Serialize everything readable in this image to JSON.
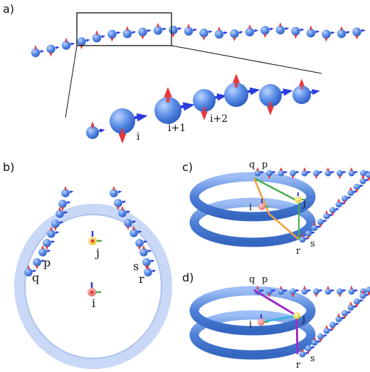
{
  "panels": {
    "a": {
      "label": "a)",
      "zoom_labels": [
        "i",
        "i+1",
        "i+2"
      ]
    },
    "b": {
      "label": "b)",
      "atoms": [
        "p",
        "q",
        "s",
        "r",
        "j",
        "i"
      ]
    },
    "c": {
      "label": "c)",
      "atoms": [
        "q",
        "p",
        "i",
        "j",
        "r",
        "s"
      ]
    },
    "d": {
      "label": "d)",
      "atoms": [
        "q",
        "p",
        "i",
        "j",
        "r",
        "s"
      ]
    }
  },
  "colors": {
    "bead": "#5b8ee6",
    "bead_dark": "#2f5fc4",
    "tube": "#5a8de0",
    "ring": "#c3d3f5",
    "red_arrow": "#e8363a",
    "blue_arrow": "#2a3be0",
    "green_line": "#4caf50",
    "orange_line": "#f0a040",
    "purple_line": "#9b2fc7",
    "cyan_line": "#3fb5e0",
    "yellow": "#f5e23a",
    "pink": "#f08a8a"
  }
}
